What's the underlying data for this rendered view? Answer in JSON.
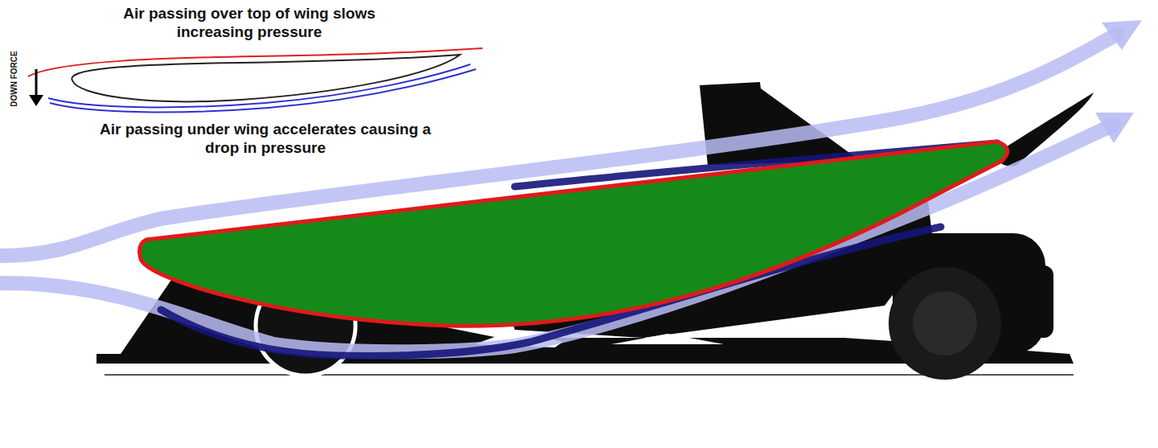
{
  "diagram": {
    "labels": [
      "Air passing over top of wing slows increasing pressure",
      "Air passing under wing accelerates causing a drop in pressure",
      "DOWN FORCE"
    ]
  }
}
